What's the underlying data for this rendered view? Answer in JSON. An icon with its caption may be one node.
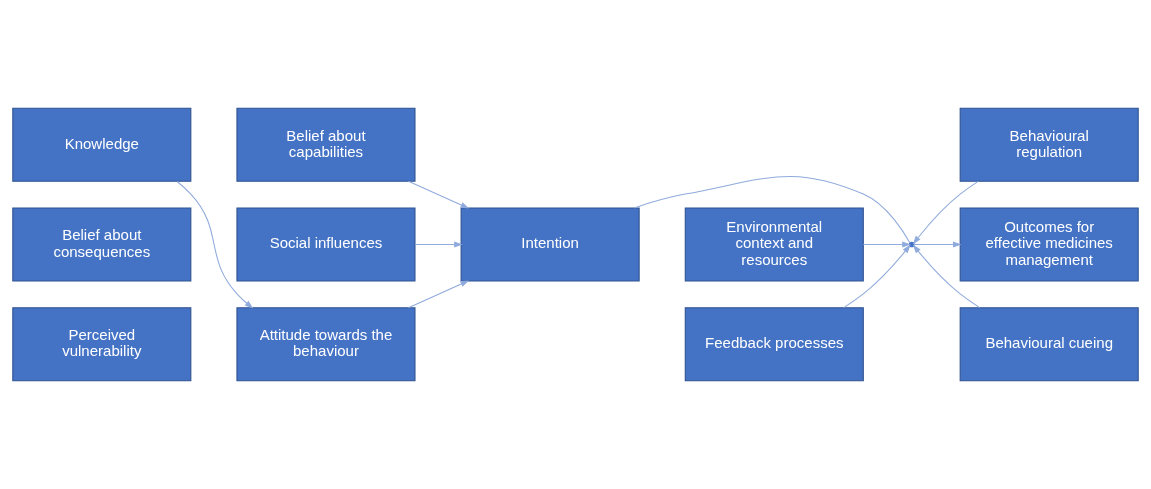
{
  "diagram": {
    "nodes": [
      {
        "text": [
          "Knowledge"
        ]
      },
      {
        "text": [
          "Belief about consequences"
        ]
      },
      {
        "text": [
          "Perceived vulnerability"
        ]
      },
      {
        "text": [
          "Belief about capabilities"
        ]
      },
      {
        "text": [
          "Social influences"
        ]
      },
      {
        "text": [
          "Attitude towards the behaviour"
        ]
      },
      {
        "text": [
          "Intention"
        ]
      },
      {
        "text": [
          "Environmental context and resources"
        ]
      },
      {
        "text": [
          "Behavioural regulation"
        ]
      },
      {
        "text": [],
        "shape": "point"
      },
      {
        "text": [
          "Outcomes for effective medicines management"
        ]
      },
      {
        "text": [
          "Feedback processes"
        ]
      },
      {
        "text": [
          "Behavioural cueing"
        ]
      }
    ],
    "edges": [
      {
        "from": 0,
        "to": 5,
        "arrow": "to"
      },
      {
        "from": 3,
        "to": 6,
        "arrow": "to"
      },
      {
        "from": 4,
        "to": 6,
        "arrow": "to"
      },
      {
        "from": 5,
        "to": 6,
        "arrow": "to"
      },
      {
        "from": 6,
        "to": 9,
        "arrow": "none"
      },
      {
        "from": 7,
        "to": 9,
        "arrow": "to"
      },
      {
        "from": 8,
        "to": 9,
        "arrow": "to"
      },
      {
        "from": 11,
        "to": 9,
        "arrow": "to"
      },
      {
        "from": 12,
        "to": 9,
        "arrow": "to"
      },
      {
        "from": 9,
        "to": 10,
        "arrow": "to"
      }
    ]
  }
}
